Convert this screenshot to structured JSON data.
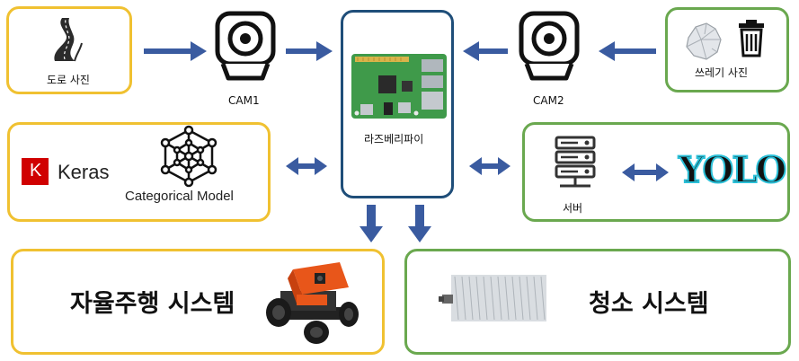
{
  "road": {
    "label": "도로 사진"
  },
  "cam1": {
    "label": "CAM1"
  },
  "cam2": {
    "label": "CAM2"
  },
  "trash": {
    "label": "쓰레기 사진"
  },
  "pi": {
    "label": "라즈베리파이"
  },
  "keras": {
    "logo_letter": "K",
    "name": "Keras",
    "model": "Categorical Model"
  },
  "server": {
    "label": "서버",
    "yolo": "YOLO"
  },
  "driving": {
    "label": "자율주행 시스템"
  },
  "cleaning": {
    "label": "청소 시스템"
  },
  "colors": {
    "yellow": "#f0c131",
    "green": "#6aa84f",
    "navy": "#1f4e79",
    "arrow": "#3a5ba0",
    "keras_red": "#d00000"
  },
  "icons": [
    "road-icon",
    "webcam-icon",
    "crumpled-paper-icon",
    "trash-can-icon",
    "raspberry-pi-board-icon",
    "molecule-network-icon",
    "server-rack-icon",
    "yolo-logo",
    "robot-car-icon",
    "brush-roller-icon"
  ]
}
